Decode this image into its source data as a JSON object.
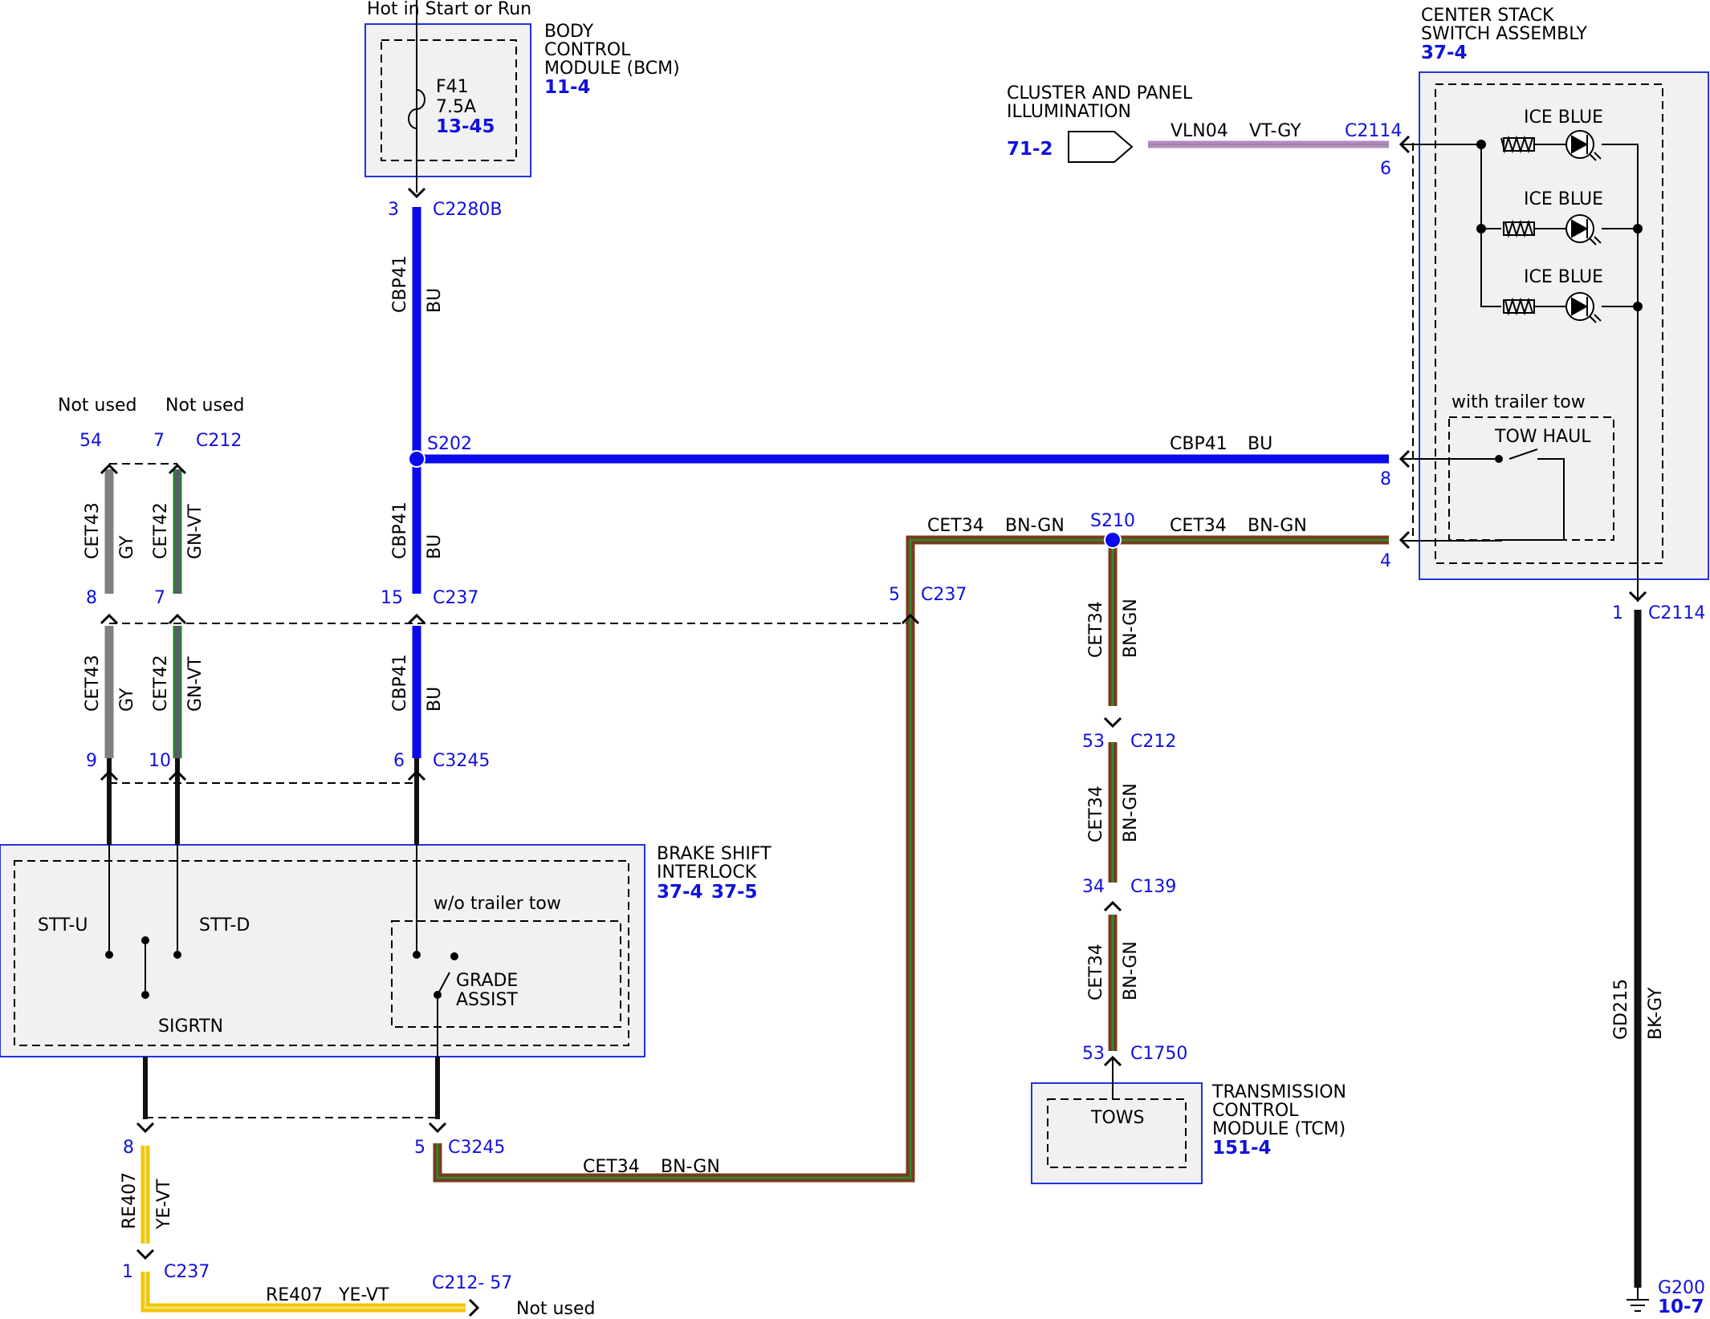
{
  "header": {
    "hot_label": "Hot in Start or Run"
  },
  "modules": {
    "bcm": {
      "lines": [
        "BODY",
        "CONTROL",
        "MODULE (BCM)"
      ],
      "ref": "11-4"
    },
    "fuse": {
      "name": "F41",
      "rating": "7.5A",
      "ref": "13-45"
    },
    "cluster": {
      "lines": [
        "CLUSTER AND PANEL",
        "ILLUMINATION"
      ],
      "ref": "71-2"
    },
    "center_stack": {
      "lines": [
        "CENTER STACK",
        "SWITCH ASSEMBLY"
      ],
      "ref": "37-4",
      "led_label": "ICE BLUE",
      "option": "with trailer tow",
      "switch": "TOW HAUL"
    },
    "brake_shift": {
      "lines": [
        "BRAKE SHIFT",
        "INTERLOCK"
      ],
      "ref1": "37-4",
      "ref2": "37-5",
      "stt_u": "STT-U",
      "stt_d": "STT-D",
      "sigrtn": "SIGRTN",
      "option": "w/o trailer tow",
      "grade_line1": "GRADE",
      "grade_line2": "ASSIST"
    },
    "tcm": {
      "lines": [
        "TRANSMISSION",
        "CONTROL",
        "MODULE (TCM)"
      ],
      "ref": "151-4",
      "pin": "TOWS"
    }
  },
  "labels": {
    "not_used": "Not used",
    "c2280b": "C2280B",
    "c2114": "C2114",
    "c212": "C212",
    "c237": "C237",
    "c3245": "C3245",
    "c139": "C139",
    "c1750": "C1750",
    "c212_57": "C212- 57",
    "s202": "S202",
    "s210": "S210",
    "g200": "G200",
    "g200_ref": "10-7"
  },
  "pins": {
    "p3": "3",
    "p6": "6",
    "p8": "8",
    "p4": "4",
    "p1": "1",
    "p54": "54",
    "p7": "7",
    "p15": "15",
    "p5": "5",
    "p9": "9",
    "p10": "10",
    "p53": "53",
    "p34": "34"
  },
  "wires": {
    "cbp41": {
      "circuit": "CBP41",
      "color": "BU",
      "hex": "#0a0aee"
    },
    "cet34": {
      "circuit": "CET34",
      "color": "BN-GN",
      "hex": "#7a3b1e",
      "stripe": "#2e8b2e"
    },
    "cet43": {
      "circuit": "CET43",
      "color": "GY",
      "hex": "#808080"
    },
    "cet42": {
      "circuit": "CET42",
      "color": "GN-VT",
      "hex": "#2e7d32",
      "stripe": "#7b3fa0"
    },
    "vln04": {
      "circuit": "VLN04",
      "color": "VT-GY",
      "hex": "#b987c9",
      "stripe": "#909090"
    },
    "re407": {
      "circuit": "RE407",
      "color": "YE-VT",
      "hex": "#f2c500",
      "stripe": "#f5e27a"
    },
    "gd215": {
      "circuit": "GD215",
      "color": "BK-GY",
      "hex": "#111111"
    }
  }
}
